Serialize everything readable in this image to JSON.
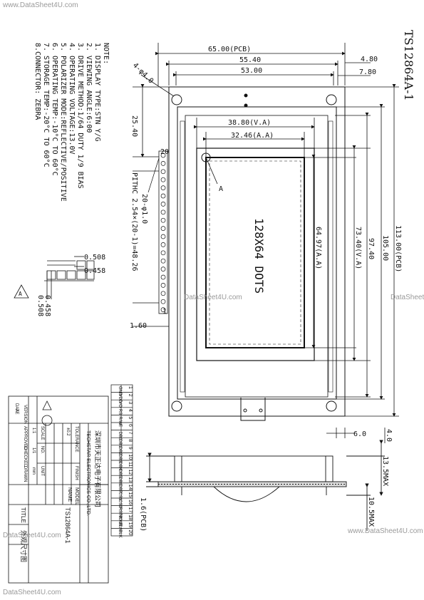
{
  "watermarks": {
    "top": "www.DataSheet4U.com",
    "mid": "DataSheet4U.com",
    "mid_right": "DataSheet",
    "right_bottom": "www.DataSheet4U.com",
    "left_bottom": "DataSheet4U.com",
    "bottom": "DataSheet4U.com"
  },
  "title": "TS12864A-1",
  "notes": [
    "NOTE:",
    "1. DISPLAY TYPE:STN Y/G",
    "2. VIEWING ANGLE:6:00",
    "3. DRIVE METHOD:1/64 DUTY 1/9 BIAS",
    "4. OPERATING VOLTAGE:13.0V",
    "5. POLARIZER MODE:REFLECTIVE/POSITIVE",
    "6. OPERATING TEMP:-10°C TO 60°C",
    "7. STORAGE TEMP:-20°C TO 60°C",
    "8.CONNECTOR: ZEBRA"
  ],
  "dims": {
    "pcb_w": "65.00(PCB)",
    "w_554": "55.40",
    "w_53": "53.00",
    "w_48": "4.80",
    "w_78": "7.80",
    "hole": "4-φ4.0",
    "d2540": "25.40",
    "va_w": "38.80(V.A)",
    "aa_w": "32.46(A.A)",
    "pin20": "20",
    "pin1": "1",
    "pin_hole": "20-φ1.0",
    "pitch": "PITHC 2.54×(20-1)=48.26",
    "d160": "1.60",
    "aa_h": "64.97(A.A)",
    "va_h": "73.40(V.A)",
    "h9740": "97.40",
    "h105": "105.00",
    "pcb_h": "113.00(PCB)",
    "d60": "6.0",
    "d40": "4.0",
    "max135": "13.5MAX",
    "max105": "10.5MAX",
    "pcb16": "1.6(PCB)",
    "d0508a": "0.508",
    "d0458a": "0.458",
    "d0458b": "0.458",
    "d0508b": "0.508",
    "label_a": "A",
    "dots": "128X64 DOTS"
  },
  "pin_table": {
    "numbers": [
      "1",
      "2",
      "3",
      "4",
      "5",
      "6",
      "7",
      "8",
      "9",
      "10",
      "11",
      "12",
      "13",
      "14",
      "15",
      "16",
      "17",
      "18",
      "19",
      "20"
    ],
    "names": [
      "GND",
      "VDD",
      "VO",
      "RS",
      "R/W",
      "E",
      "DB0",
      "DB1",
      "DB2",
      "DB3",
      "DB4",
      "DB5",
      "DB6",
      "DB7",
      "CS1",
      "CS2",
      "RSTB",
      "VOUT",
      "BLA",
      "BLK"
    ]
  },
  "title_block": {
    "company_cn": "深圳市天正达电子有限公司",
    "company_en": "TECHSTAR ELECTRONICS CO.,LTD.",
    "tolerance_label": "TOLERANCE",
    "finish_label": "FINISH",
    "tolerance": "±0.2",
    "scale_label": "SCALE",
    "scale": "1:1",
    "no_label": "NO.",
    "no": "1/1",
    "unit_label": "UNIT",
    "unit": "mm",
    "version_label": "VERSION",
    "version": "A",
    "date_label": "DATE",
    "approved_label": "APPROVED",
    "checked_label": "CHECKED",
    "drawn_label": "DRAWN",
    "model_label": "MODEL",
    "name_label": "NAME",
    "model": "TS12864A-1",
    "title_label": "TITLE",
    "title": "外观尺寸图"
  }
}
